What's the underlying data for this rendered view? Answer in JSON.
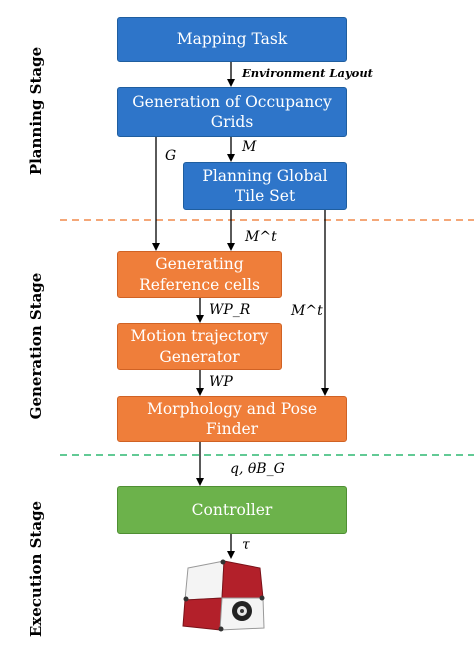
{
  "stages": {
    "planning": "Planning Stage",
    "generation": "Generation Stage",
    "execution": "Execution Stage"
  },
  "boxes": {
    "mapping_task": "Mapping Task",
    "occupancy_grids": "Generation of Occupancy Grids",
    "global_tile_set": "Planning Global Tile Set",
    "reference_cells": "Generating Reference cells",
    "motion_trajectory": "Motion trajectory Generator",
    "morphology_pose": "Morphology and Pose Finder",
    "controller": "Controller"
  },
  "edge_labels": {
    "environment_layout": "Environment Layout",
    "g": "G",
    "m": "M",
    "m_t_left": "M^t",
    "m_t_right": "M^t",
    "wp_r": "WP_R",
    "wp": "WP",
    "q_theta_bg": "q, θB_G",
    "tau": "τ"
  },
  "colors": {
    "blue": "#2e75c9",
    "orange": "#ef7e3a",
    "green": "#6cb24b",
    "orange_divider": "#f08a4b",
    "green_divider": "#2eb872",
    "robot_red": "#b3202a"
  }
}
